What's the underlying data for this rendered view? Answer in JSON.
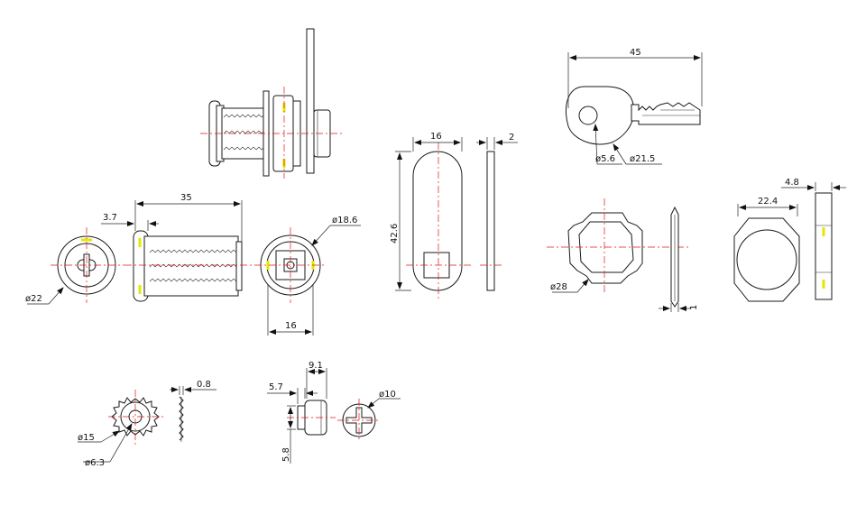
{
  "dimensions": {
    "d35": "35",
    "d3_7": "3.7",
    "d22": "ø22",
    "d18_6": "ø18.6",
    "d16_body": "16",
    "d16_cam": "16",
    "d42_6": "42.6",
    "d2": "2",
    "d45": "45",
    "d5_6": "ø5.6",
    "d21_5": "ø21.5",
    "d28": "ø28",
    "d1": "1",
    "d22_4": "22.4",
    "d4_8": "4.8",
    "d0_8": "0.8",
    "d15": "ø15",
    "d6_3": "ø6.3",
    "d9_1": "9.1",
    "d5_7": "5.7",
    "d5_8": "5.8",
    "d10": "ø10"
  },
  "colors": {
    "outline": "#1a1a1a",
    "centerline": "#e2141b",
    "highlight": "#e6e600"
  }
}
